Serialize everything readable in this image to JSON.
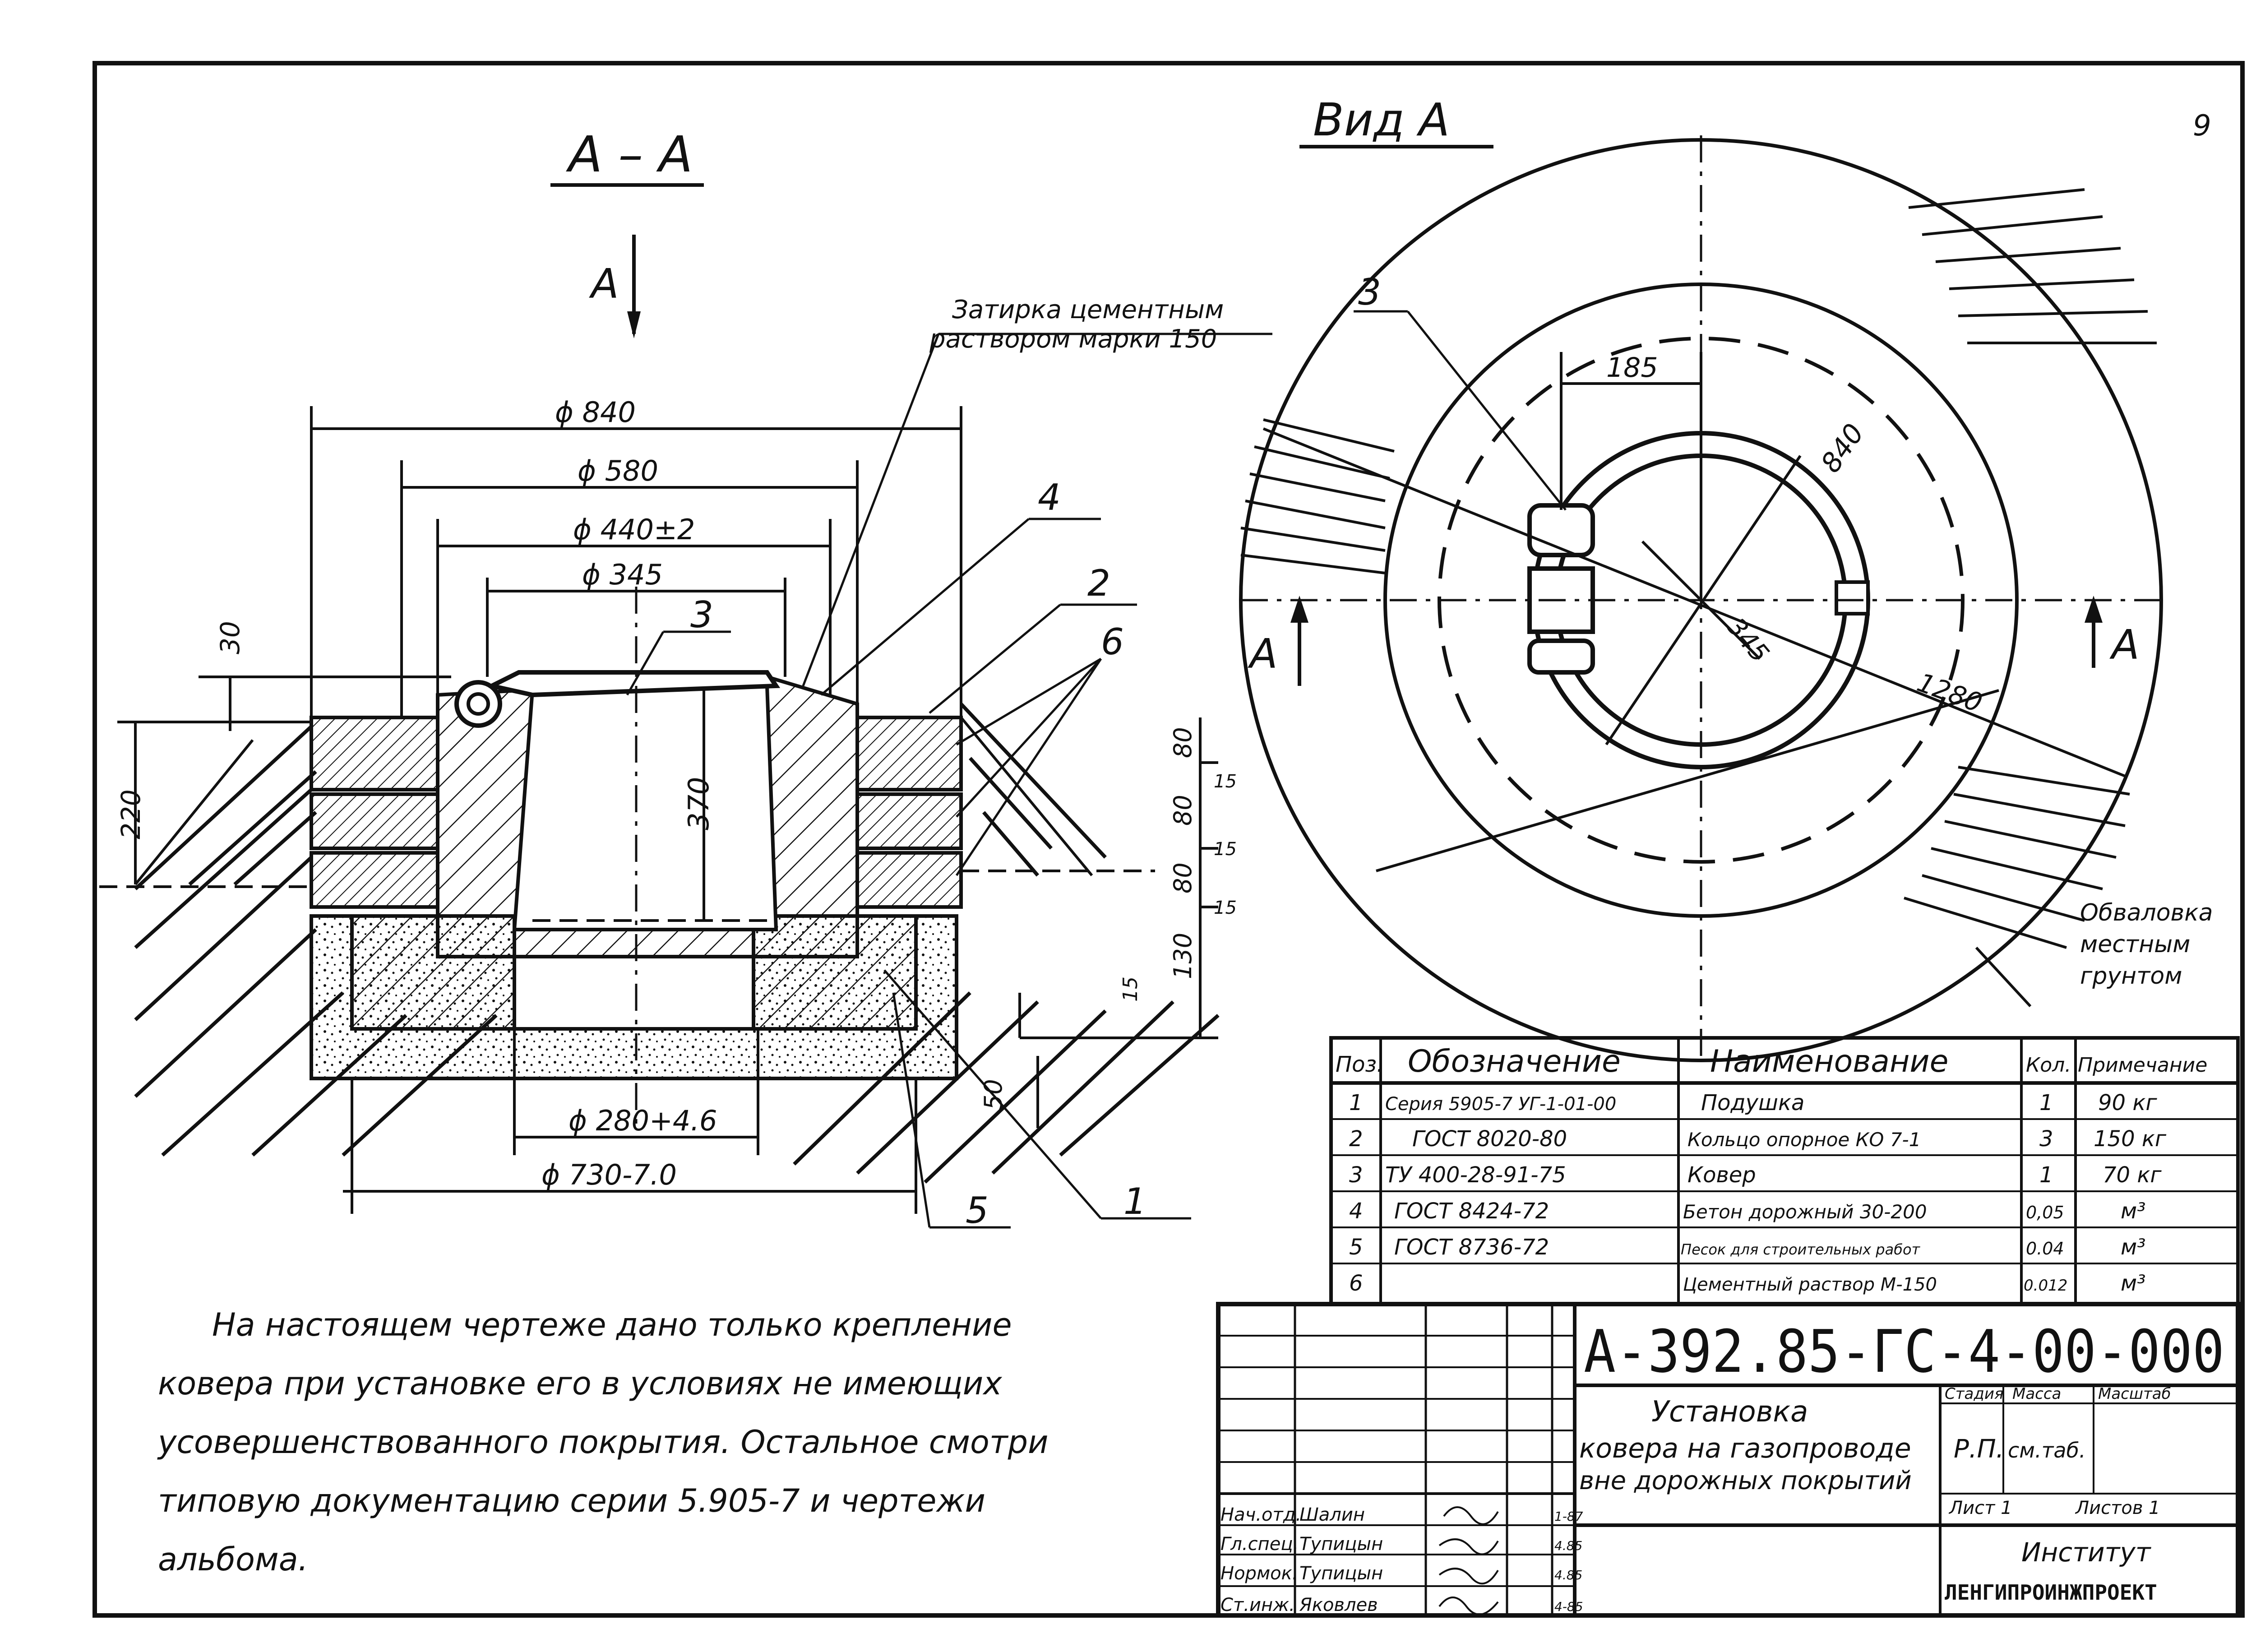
{
  "sheet_number": "9",
  "section": {
    "title": "А – А",
    "view_arrow": "А",
    "note_grout": [
      "Затирка цементным",
      "раствором марки 150"
    ],
    "dims": {
      "d840": "ϕ 840",
      "d580": "ϕ 580",
      "d440": "ϕ 440±2",
      "d345": "ϕ 345",
      "d280": "ϕ 280+4.6",
      "d730": "ϕ 730-7.0",
      "h30": "30",
      "h220": "220",
      "h370": "370",
      "h80a": "80",
      "h80b": "80",
      "h80c": "80",
      "h130": "130",
      "h50": "50",
      "gap1": "15",
      "gap2": "15",
      "gap3": "15",
      "h15": "15"
    },
    "callouts": [
      "1",
      "2",
      "3",
      "4",
      "5",
      "6"
    ]
  },
  "view": {
    "title": "Вид А",
    "callout": "3",
    "dims": {
      "r185": "185",
      "d840": "840",
      "d345": "345",
      "d1280": "1280"
    },
    "section_marks": [
      "А",
      "А"
    ],
    "note_fill": [
      "Обвалов­ка",
      "местным",
      "грунтом"
    ]
  },
  "spec_table": {
    "headers": [
      "Поз.",
      "Обозначение",
      "Наименование",
      "Кол.",
      "Примечание"
    ],
    "rows": [
      [
        "1",
        "Серия 5905-7 УГ-1-01-00",
        "Подушка",
        "1",
        "90 кг"
      ],
      [
        "2",
        "ГОСТ 8020-80",
        "Кольцо опорное КО 7-1",
        "3",
        "150 кг"
      ],
      [
        "3",
        "ТУ 400-28-91-75",
        "Ковер",
        "1",
        "70 кг"
      ],
      [
        "4",
        "ГОСТ 8424-72",
        "Бетон дорожный 30-200",
        "0,05",
        "м³"
      ],
      [
        "5",
        "ГОСТ 8736-72",
        "Песок для строительных работ",
        "0.04",
        "м³"
      ],
      [
        "6",
        "",
        "Цементный раствор М-150",
        "0.012",
        "м³"
      ]
    ]
  },
  "note": [
    "На настоящем чертеже дано только крепление",
    "ковера при установке его в условиях не имеющих",
    "усовершенствованного покрытия. Остальное смотри",
    "типовую документацию серии 5.905-7 и чертежи",
    "альбома."
  ],
  "title_block": {
    "code": "А-392.85-ГС-4-00-000",
    "name": [
      "Установка",
      "ковера на газопроводе",
      "вне дорожных покрытий"
    ],
    "stage_label": "Стадия",
    "mass_label": "Масса",
    "scale_label": "Масштаб",
    "stage": "Р.П.",
    "mass": "см.таб.",
    "sheet_label": "Лист 1",
    "sheets_label": "Листов 1",
    "org": [
      "Институт",
      "ЛЕНГИПРОИНЖПРОЕКТ"
    ],
    "signers": [
      [
        "Нач.отд.",
        "Шалин",
        "",
        "1-87"
      ],
      [
        "Гл.спец.",
        "Тупицын",
        "",
        "4.85"
      ],
      [
        "Нормок.",
        "Тупицын",
        "",
        "4.85"
      ],
      [
        "Ст.инж.",
        "Яковлев",
        "",
        "4-85"
      ]
    ]
  }
}
